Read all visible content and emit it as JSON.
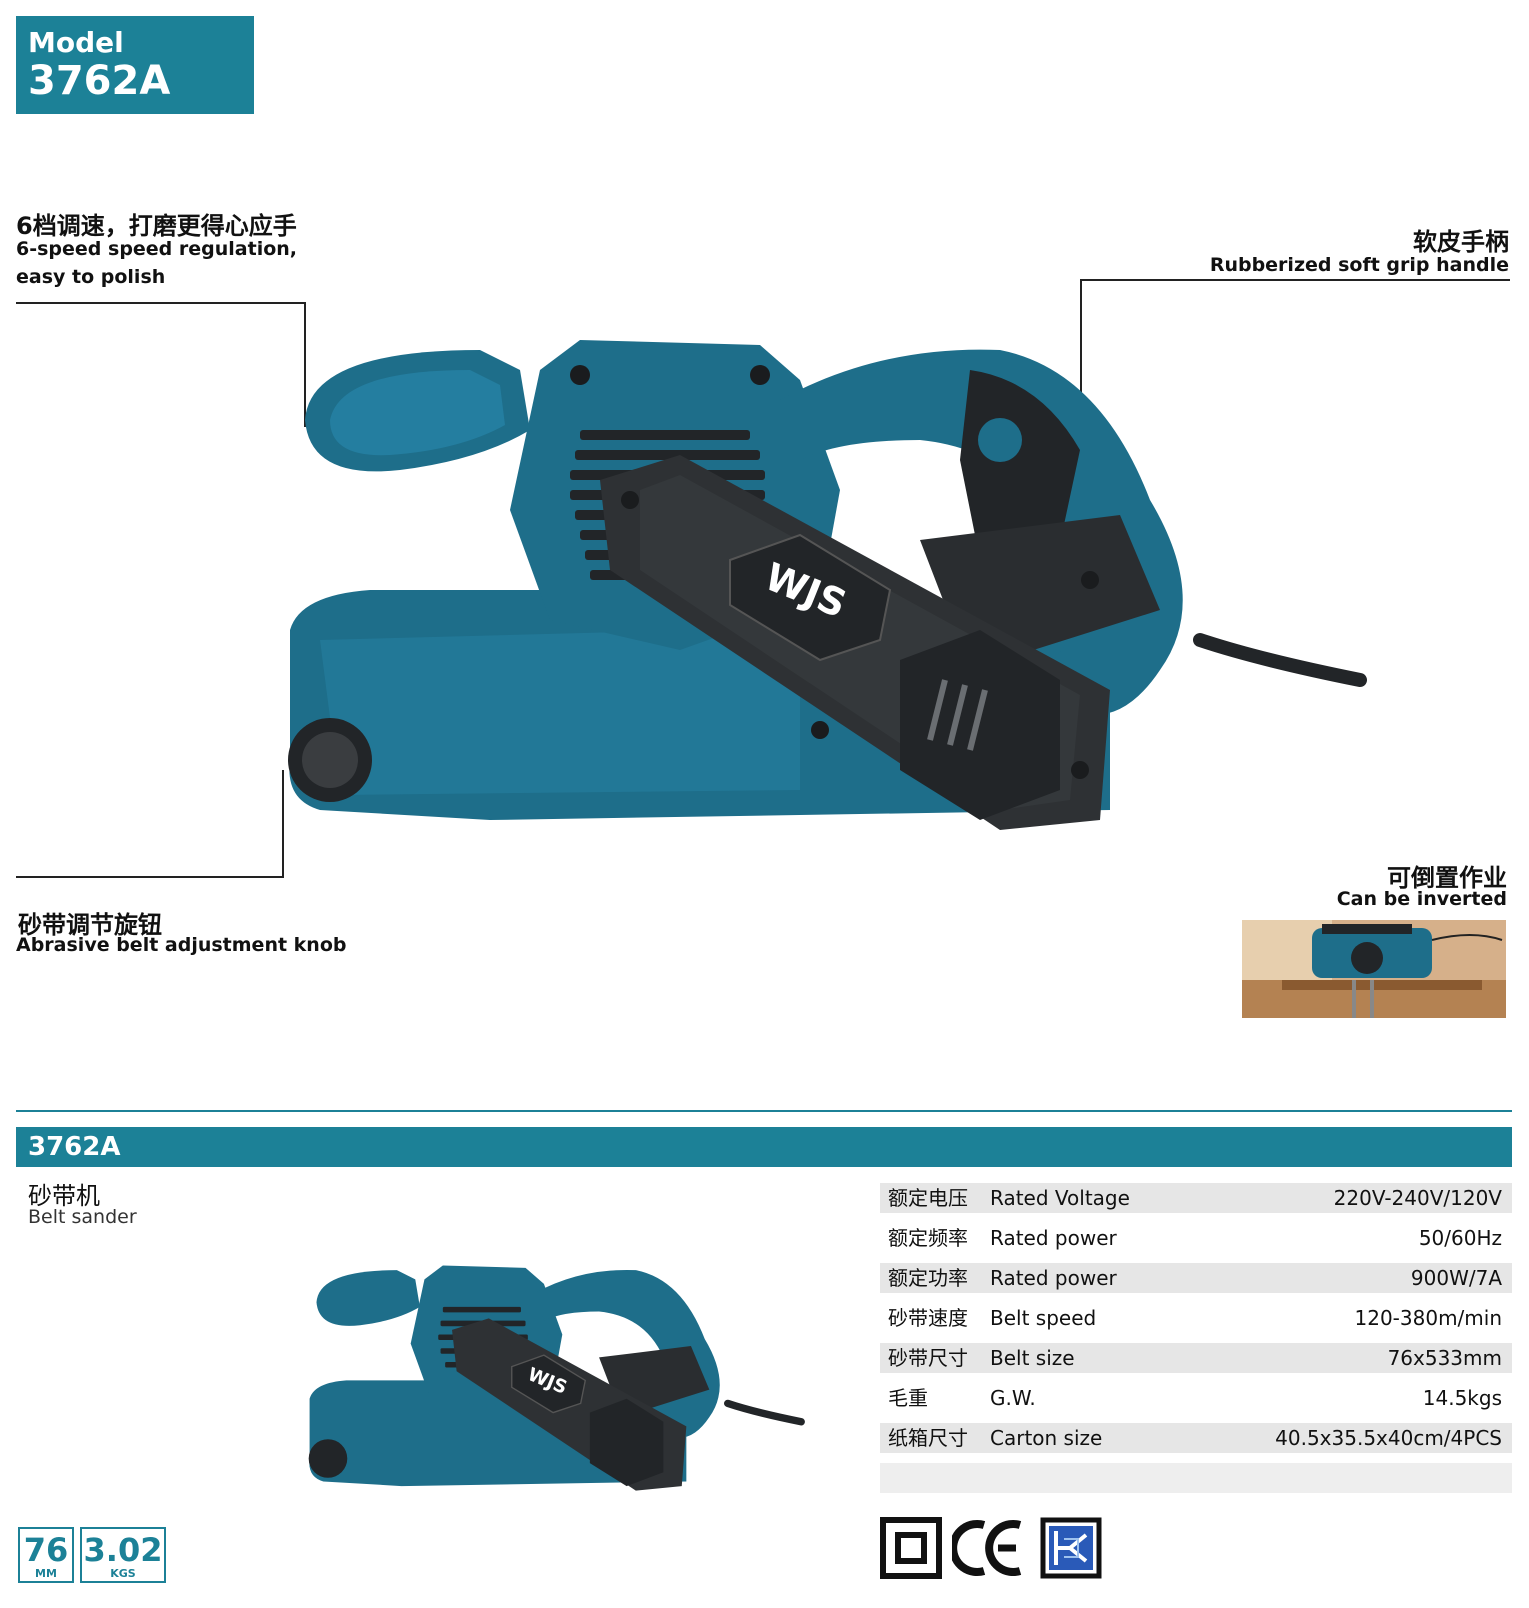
{
  "model": {
    "label": "Model",
    "number": "3762A"
  },
  "features": {
    "speed": {
      "cn": "6档调速，打磨更得心应手",
      "en1": "6-speed speed regulation,",
      "en2": "easy to polish"
    },
    "grip": {
      "cn": "软皮手柄",
      "en": "Rubberized soft grip handle"
    },
    "knob": {
      "cn": "砂带调节旋钮",
      "en": "Abrasive belt adjustment knob"
    },
    "inverted": {
      "cn": "可倒置作业",
      "en": "Can be inverted"
    }
  },
  "product": {
    "brand": "WJS",
    "model": "3762A",
    "name_cn": "砂带机",
    "name_en": "Belt sander"
  },
  "specs": [
    {
      "cn": "额定电压",
      "en": "Rated Voltage",
      "value": "220V-240V/120V"
    },
    {
      "cn": "额定频率",
      "en": "Rated power",
      "value": "50/60Hz"
    },
    {
      "cn": "额定功率",
      "en": "Rated power",
      "value": "900W/7A"
    },
    {
      "cn": "砂带速度",
      "en": "Belt speed",
      "value": "120-380m/min"
    },
    {
      "cn": "砂带尺寸",
      "en": "Belt size",
      "value": "76x533mm"
    },
    {
      "cn": "毛重",
      "en": "G.W.",
      "value": "14.5kgs"
    },
    {
      "cn": "纸箱尺寸",
      "en": "Carton size",
      "value": "40.5x35.5x40cm/4PCS"
    }
  ],
  "badges": [
    {
      "value": "76",
      "unit": "MM"
    },
    {
      "value": "3.02",
      "unit": "KGS"
    }
  ],
  "certifications": [
    "double-insulation-icon",
    "ce-mark-icon",
    "ul-listed-icon"
  ],
  "colors": {
    "accent": "#1c8197",
    "tool_body": "#1e6e8a",
    "tool_dark": "#222528"
  }
}
